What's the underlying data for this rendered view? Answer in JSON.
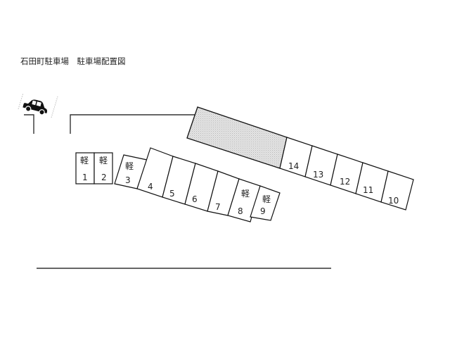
{
  "title": "石田町駐車場　駐車場配置図",
  "icons": {
    "car": "car-icon"
  },
  "kei_label": "軽",
  "stalls": [
    {
      "no": "1",
      "kei": true
    },
    {
      "no": "2",
      "kei": true
    },
    {
      "no": "3",
      "kei": true
    },
    {
      "no": "4",
      "kei": false
    },
    {
      "no": "5",
      "kei": false
    },
    {
      "no": "6",
      "kei": false
    },
    {
      "no": "7",
      "kei": false
    },
    {
      "no": "8",
      "kei": true
    },
    {
      "no": "9",
      "kei": true
    },
    {
      "no": "10",
      "kei": false
    },
    {
      "no": "11",
      "kei": false
    },
    {
      "no": "12",
      "kei": false
    },
    {
      "no": "13",
      "kei": false
    },
    {
      "no": "14",
      "kei": false
    }
  ],
  "colors": {
    "building_fill": "#d9d9d9",
    "line": "#111111"
  }
}
